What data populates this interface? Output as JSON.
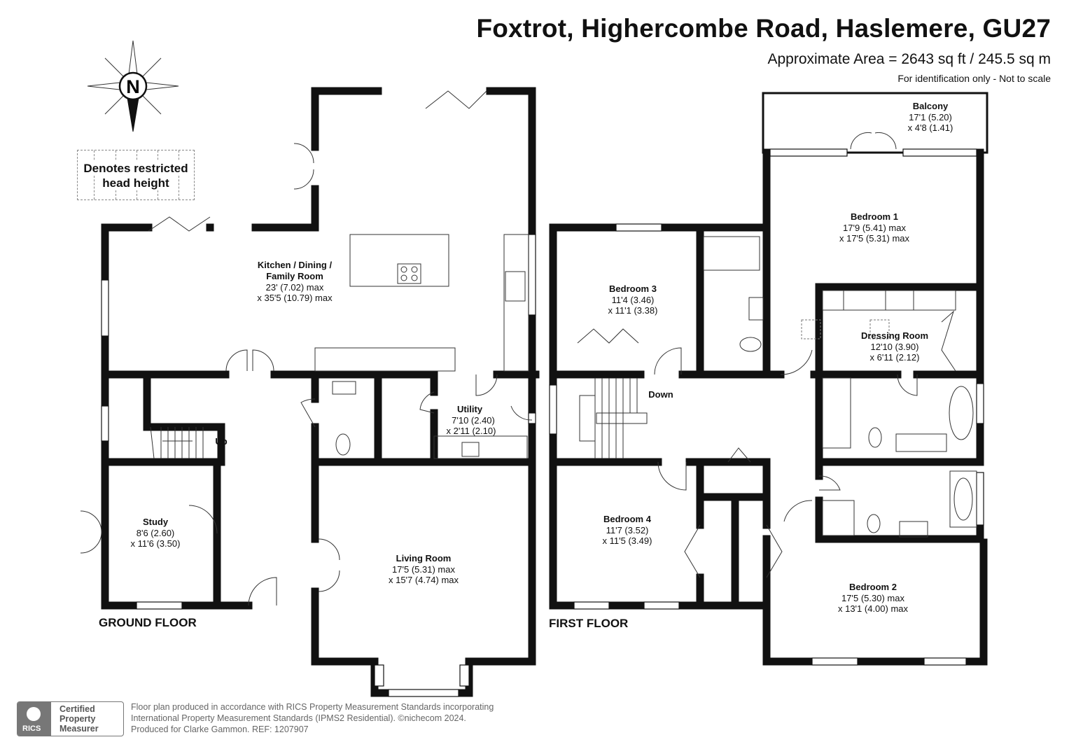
{
  "header": {
    "title": "Foxtrot, Highercombe Road, Haslemere, GU27",
    "area": "Approximate Area = 2643 sq ft / 245.5 sq m",
    "note": "For identification only - Not to scale"
  },
  "compass": {
    "label": "N"
  },
  "legend": {
    "restricted_line1": "Denotes restricted",
    "restricted_line2": "head height"
  },
  "ground_floor": {
    "label": "GROUND FLOOR",
    "rooms": {
      "kitchen": {
        "name1": "Kitchen / Dining /",
        "name2": "Family Room",
        "dim1": "23' (7.02) max",
        "dim2": "x 35'5 (10.79) max"
      },
      "utility": {
        "name": "Utility",
        "dim1": "7'10 (2.40)",
        "dim2": "x 2'11 (2.10)"
      },
      "study": {
        "name": "Study",
        "dim1": "8'6 (2.60)",
        "dim2": "x 11'6 (3.50)"
      },
      "living": {
        "name": "Living Room",
        "dim1": "17'5 (5.31) max",
        "dim2": "x 15'7 (4.74) max"
      },
      "stairs_label": "Up"
    }
  },
  "first_floor": {
    "label": "FIRST FLOOR",
    "rooms": {
      "balcony": {
        "name": "Balcony",
        "dim1": "17'1 (5.20)",
        "dim2": "x 4'8 (1.41)"
      },
      "bedroom1": {
        "name": "Bedroom 1",
        "dim1": "17'9 (5.41) max",
        "dim2": "x 17'5 (5.31) max"
      },
      "bedroom3": {
        "name": "Bedroom 3",
        "dim1": "11'4 (3.46)",
        "dim2": "x 11'1 (3.38)"
      },
      "dressing": {
        "name": "Dressing Room",
        "dim1": "12'10 (3.90)",
        "dim2": "x 6'11 (2.12)"
      },
      "bedroom4": {
        "name": "Bedroom 4",
        "dim1": "11'7 (3.52)",
        "dim2": "x 11'5 (3.49)"
      },
      "bedroom2": {
        "name": "Bedroom 2",
        "dim1": "17'5 (5.30) max",
        "dim2": "x 13'1 (4.00) max"
      },
      "stairs_label": "Down"
    }
  },
  "footer": {
    "badge_line1": "Certified",
    "badge_line2": "Property",
    "badge_line3": "Measurer",
    "badge_logo": "RICS",
    "text_line1": "Floor plan produced in accordance with RICS Property Measurement Standards incorporating",
    "text_line2": "International Property Measurement Standards (IPMS2 Residential).  ©nichecom 2024.",
    "text_line3": "Produced for Clarke Gammon.   REF: 1207907"
  }
}
